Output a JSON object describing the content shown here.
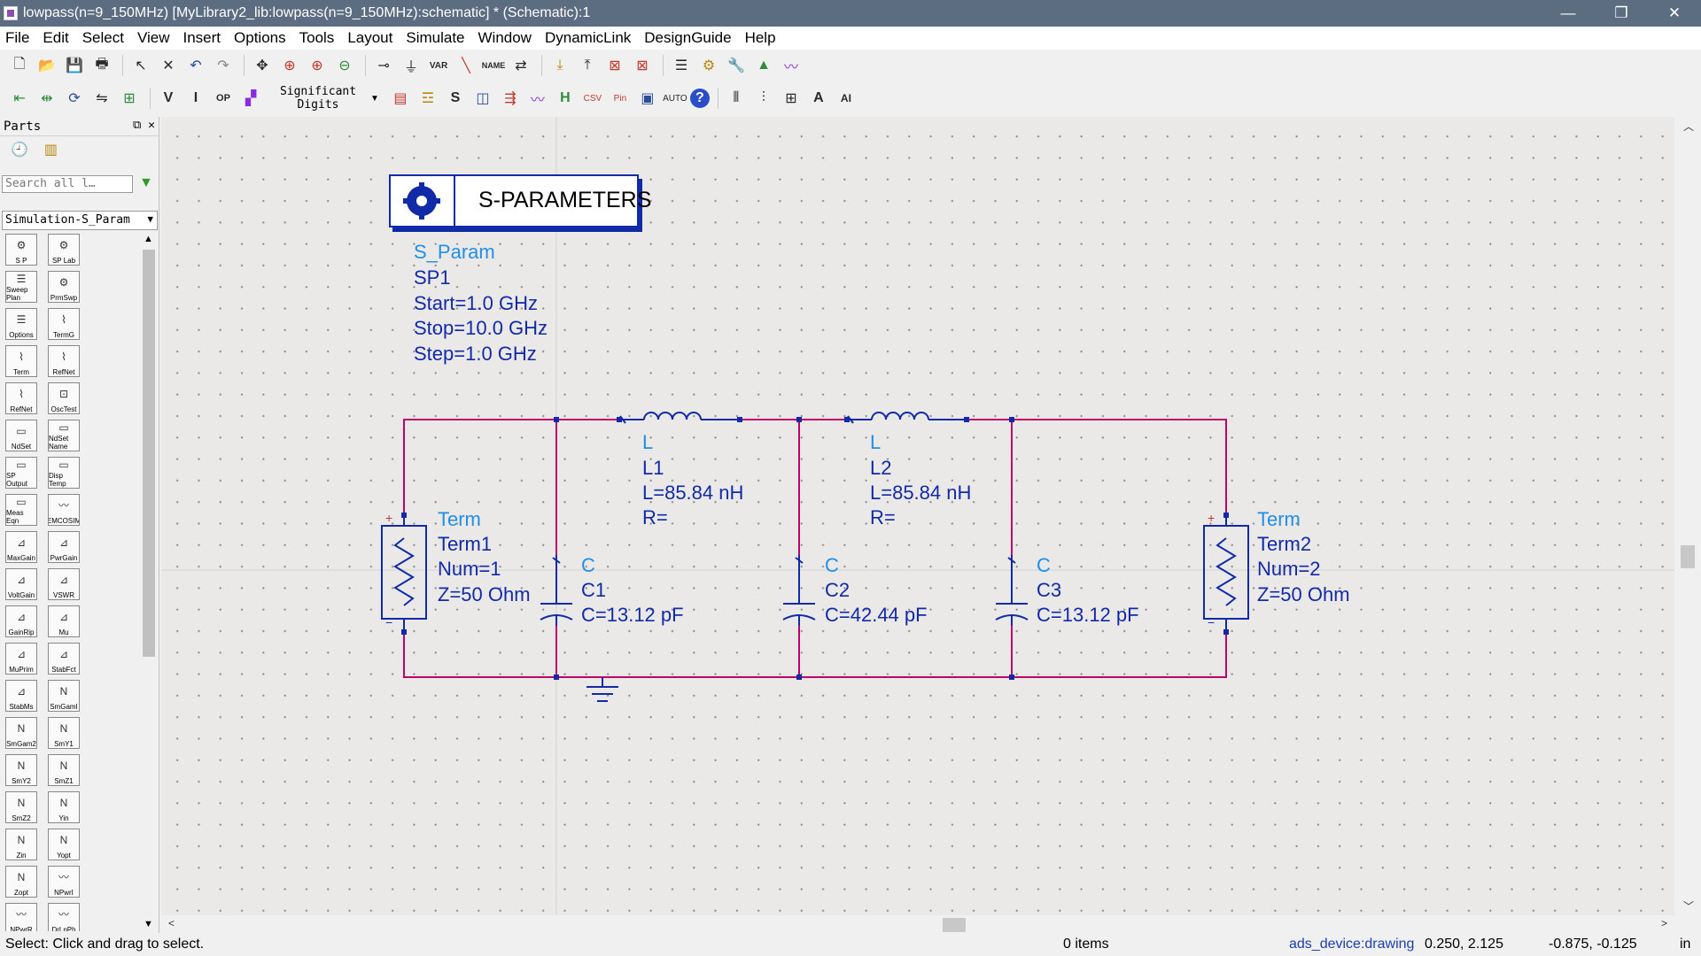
{
  "window": {
    "title": "lowpass(n=9_150MHz) [MyLibrary2_lib:lowpass(n=9_150MHz):schematic] * (Schematic):1",
    "controls": [
      "—",
      "❐",
      "✕"
    ]
  },
  "menu": [
    "File",
    "Edit",
    "Select",
    "View",
    "Insert",
    "Options",
    "Tools",
    "Layout",
    "Simulate",
    "Window",
    "DynamicLink",
    "DesignGuide",
    "Help"
  ],
  "toolbar": {
    "significant_digits_line1": "Significant",
    "significant_digits_line2": "Digits"
  },
  "parts": {
    "header": "Parts",
    "search_placeholder": "Search all l…",
    "library": "Simulation-S_Param",
    "palette": [
      {
        "label": "S P",
        "icon": "gear"
      },
      {
        "label": "SP Lab",
        "icon": "gear"
      },
      {
        "label": "Sweep Plan",
        "icon": "list"
      },
      {
        "label": "PrmSwp",
        "icon": "gear"
      },
      {
        "label": "Options",
        "icon": "list"
      },
      {
        "label": "TermG",
        "icon": "term"
      },
      {
        "label": "Term",
        "icon": "term"
      },
      {
        "label": "RefNet",
        "icon": "term"
      },
      {
        "label": "RefNet",
        "icon": "term"
      },
      {
        "label": "OscTest",
        "icon": "box"
      },
      {
        "label": "NdSet",
        "icon": "text"
      },
      {
        "label": "NdSet Name",
        "icon": "text"
      },
      {
        "label": "SP Output",
        "icon": "text"
      },
      {
        "label": "Disp Temp",
        "icon": "text"
      },
      {
        "label": "Meas Eqn",
        "icon": "text"
      },
      {
        "label": "EMCOSIM",
        "icon": "wave"
      },
      {
        "label": "MaxGain",
        "icon": "graph"
      },
      {
        "label": "PwrGain",
        "icon": "graph"
      },
      {
        "label": "VoltGain",
        "icon": "graph"
      },
      {
        "label": "VSWR",
        "icon": "graph"
      },
      {
        "label": "GainRip",
        "icon": "graph"
      },
      {
        "label": "Mu",
        "icon": "graph"
      },
      {
        "label": "MuPrim",
        "icon": "graph"
      },
      {
        "label": "StabFct",
        "icon": "graph"
      },
      {
        "label": "StabMs",
        "icon": "graph"
      },
      {
        "label": "SmGamI",
        "icon": "net"
      },
      {
        "label": "SmGam2",
        "icon": "net"
      },
      {
        "label": "SmY1",
        "icon": "net"
      },
      {
        "label": "SmY2",
        "icon": "net"
      },
      {
        "label": "SmZ1",
        "icon": "net"
      },
      {
        "label": "SmZ2",
        "icon": "net"
      },
      {
        "label": "Yin",
        "icon": "net"
      },
      {
        "label": "Zin",
        "icon": "net"
      },
      {
        "label": "Yopt",
        "icon": "net"
      },
      {
        "label": "Zopt",
        "icon": "net"
      },
      {
        "label": "NPwrI",
        "icon": "wave"
      },
      {
        "label": "NPwrR",
        "icon": "wave"
      },
      {
        "label": "DrLnPh",
        "icon": "wave"
      }
    ]
  },
  "schematic": {
    "sparam_block": {
      "title": "S-PARAMETERS",
      "type": "S_Param",
      "name": "SP1",
      "start": "Start=1.0 GHz",
      "stop": "Stop=10.0 GHz",
      "step": "Step=1.0 GHz"
    },
    "term1": {
      "type": "Term",
      "name": "Term1",
      "num": "Num=1",
      "z": "Z=50 Ohm"
    },
    "term2": {
      "type": "Term",
      "name": "Term2",
      "num": "Num=2",
      "z": "Z=50 Ohm"
    },
    "c1": {
      "type": "C",
      "name": "C1",
      "value": "C=13.12 pF"
    },
    "c2": {
      "type": "C",
      "name": "C2",
      "value": "C=42.44 pF"
    },
    "c3": {
      "type": "C",
      "name": "C3",
      "value": "C=13.12 pF"
    },
    "l1": {
      "type": "L",
      "name": "L1",
      "value": "L=85.84 nH",
      "r": "R="
    },
    "l2": {
      "type": "L",
      "name": "L2",
      "value": "L=85.84 nH",
      "r": "R="
    },
    "wire_color": "#c0006a",
    "label_color": "#1f8fe8",
    "component_color": "#102aa8"
  },
  "status": {
    "message": "Select: Click and drag to select.",
    "items": "0 items",
    "layer": "ads_device:drawing",
    "coord1": "0.250, 2.125",
    "coord2": "-0.875, -0.125",
    "unit": "in"
  }
}
